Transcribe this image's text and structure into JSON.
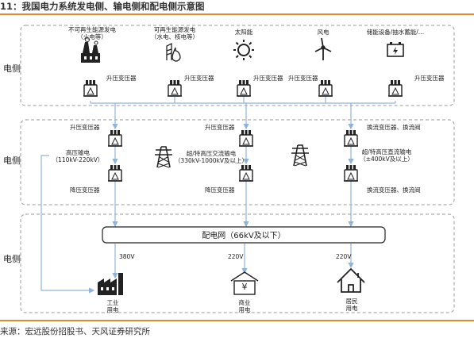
{
  "title": "11：我国电力系统发电侧、输电侧和配电侧示意图",
  "source": "来源：宏远股份招股书、天风证券研究所",
  "sections": {
    "gen": "电侧",
    "trans": "电侧",
    "dist": "电侧"
  },
  "generation": {
    "sources": [
      {
        "label1": "不可再生能源发电",
        "label2": "（火电等）"
      },
      {
        "label1": "可再生能源发电",
        "label2": "（水电、核电等）"
      },
      {
        "label1": "太阳能",
        "label2": ""
      },
      {
        "label1": "风电",
        "label2": ""
      },
      {
        "label1": "储能设备/抽水蓄能/…",
        "label2": ""
      }
    ],
    "transformer_label": "升压变压器"
  },
  "transmission": {
    "step_up": "升压变压器",
    "step_down": "降压变压器",
    "converter": "换流变压器、换流阀",
    "hv": {
      "line1": "高压输电",
      "line2": "（110kV-220kV）"
    },
    "uhv_ac": {
      "line1": "超/特高压交流输电",
      "line2": "（330kV-1000kV及以上）"
    },
    "uhv_dc": {
      "line1": "超/特高压直流输电",
      "line2": "（±400kV及以上）"
    }
  },
  "distribution": {
    "grid": "配电网（66kV及以下）",
    "voltages": [
      "380V",
      "220V",
      "220V"
    ],
    "industry": {
      "l1": "工业",
      "l2": "用电"
    },
    "commerce": {
      "l1": "商业",
      "l2": "用电"
    },
    "resident": {
      "l1": "居民",
      "l2": "用电"
    },
    "yen": "¥"
  },
  "colors": {
    "accent": "#e08a2c",
    "line": "#8fb4dc",
    "icon": "#222222",
    "dash": "#9a9a9a"
  }
}
